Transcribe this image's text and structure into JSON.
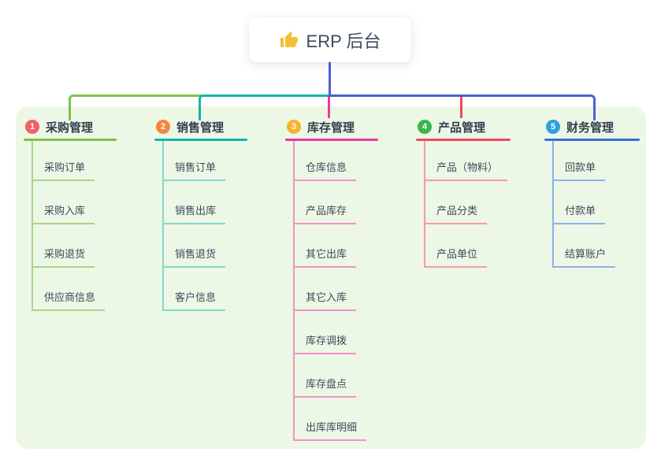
{
  "root": {
    "label": "ERP 后台",
    "icon": "thumbs-up-icon"
  },
  "branches": [
    {
      "num": "1",
      "label": "采购管理",
      "children": [
        "采购订单",
        "采购入库",
        "采购退货",
        "供应商信息"
      ]
    },
    {
      "num": "2",
      "label": "销售管理",
      "children": [
        "销售订单",
        "销售出库",
        "销售退货",
        "客户信息"
      ]
    },
    {
      "num": "3",
      "label": "库存管理",
      "children": [
        "仓库信息",
        "产品库存",
        "其它出库",
        "其它入库",
        "库存调拨",
        "库存盘点",
        "出库库明细"
      ]
    },
    {
      "num": "4",
      "label": "产品管理",
      "children": [
        "产品（物料）",
        "产品分类",
        "产品单位"
      ]
    },
    {
      "num": "5",
      "label": "财务管理",
      "children": [
        "回款单",
        "付款单",
        "结算账户"
      ]
    }
  ],
  "colors": {
    "connector_blue": "#4b61d1",
    "panel_bg": "#ecf7e6",
    "branch1_main": "#7cc24a",
    "branch1_light": "#a6d784",
    "branch2_main": "#13b6a7",
    "branch2_light": "#7fd8cb",
    "branch3_main": "#e63a9e",
    "branch3_light": "#f491c8",
    "branch4_main": "#f0485f",
    "branch4_light": "#f79aa6",
    "branch5_main": "#3a6fd6",
    "branch5_light": "#8cb0ea",
    "circle1": "#f25f6b",
    "circle2": "#f6873b",
    "circle3": "#f8b32c",
    "circle4": "#3cb54e",
    "circle5": "#2f9fe0",
    "thumb_yellow": "#f2c037"
  }
}
